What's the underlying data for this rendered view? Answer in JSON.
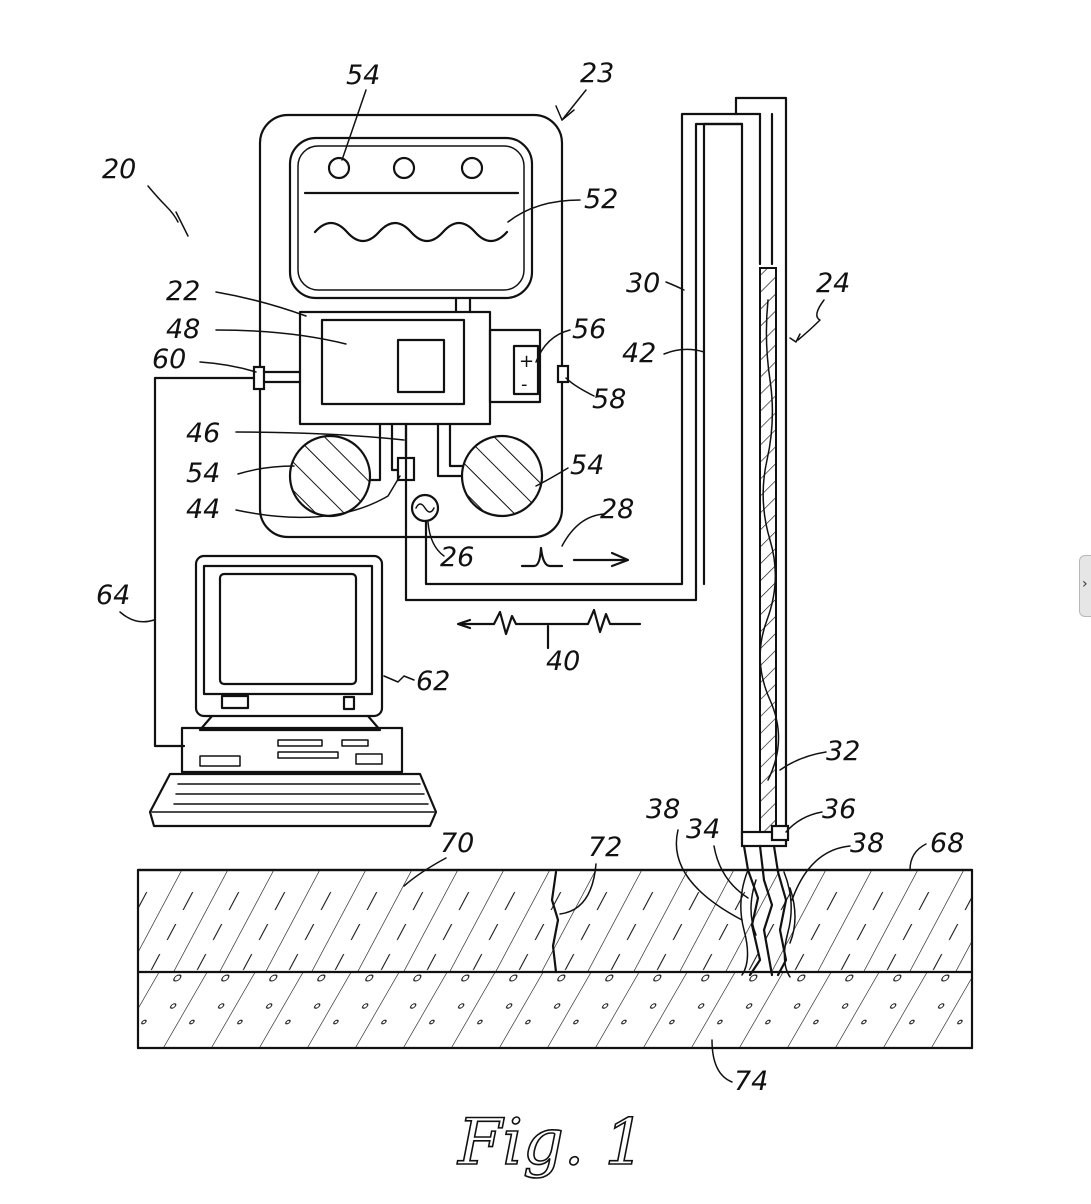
{
  "figure": {
    "caption": "Fig. 1",
    "ref_labels": [
      {
        "text": "20",
        "target": "system"
      },
      {
        "text": "23",
        "target": "enclosure"
      },
      {
        "text": "54",
        "target": "indicator-lights"
      },
      {
        "text": "52",
        "target": "oscilloscope-display"
      },
      {
        "text": "22",
        "target": "control-unit"
      },
      {
        "text": "48",
        "target": "control-module"
      },
      {
        "text": "56",
        "target": "battery"
      },
      {
        "text": "60",
        "target": "left-port"
      },
      {
        "text": "58",
        "target": "right-port"
      },
      {
        "text": "46",
        "target": "cable-junction"
      },
      {
        "text": "54",
        "target": "left-dial"
      },
      {
        "text": "54",
        "target": "right-dial"
      },
      {
        "text": "44",
        "target": "switch"
      },
      {
        "text": "26",
        "target": "signal-generator"
      },
      {
        "text": "28",
        "target": "outgoing-pulse"
      },
      {
        "text": "30",
        "target": "outer-cable"
      },
      {
        "text": "42",
        "target": "inner-cable"
      },
      {
        "text": "24",
        "target": "probe"
      },
      {
        "text": "64",
        "target": "data-cable"
      },
      {
        "text": "62",
        "target": "computer"
      },
      {
        "text": "40",
        "target": "return-signal"
      },
      {
        "text": "32",
        "target": "probe-rod"
      },
      {
        "text": "38",
        "target": "left-conductors"
      },
      {
        "text": "34",
        "target": "probe-tip"
      },
      {
        "text": "36",
        "target": "probe-collar"
      },
      {
        "text": "38",
        "target": "right-conductors"
      },
      {
        "text": "68",
        "target": "surface"
      },
      {
        "text": "70",
        "target": "upper-layer"
      },
      {
        "text": "72",
        "target": "crack"
      },
      {
        "text": "74",
        "target": "lower-layer"
      }
    ]
  },
  "side_tab": {
    "glyph": "›"
  }
}
